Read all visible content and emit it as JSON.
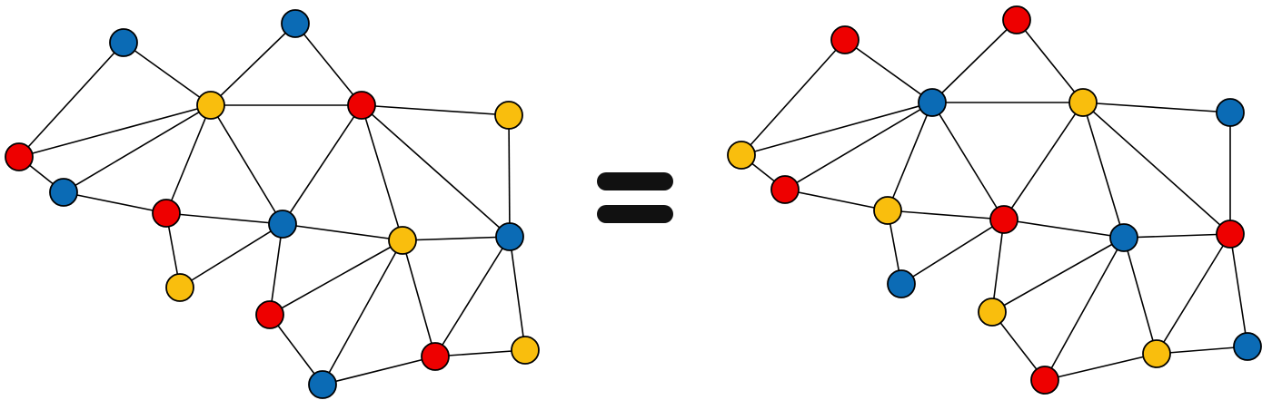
{
  "colors": {
    "red": "#EE0000",
    "yellow": "#F9BE0D",
    "blue": "#0B6BB5",
    "edge": "#000000",
    "equals": "#111111"
  },
  "equals_sign": {
    "symbol": "="
  },
  "graphs": [
    {
      "name": "left-graph",
      "nodes": [
        {
          "id": "A",
          "color": "blue"
        },
        {
          "id": "B",
          "color": "blue"
        },
        {
          "id": "C",
          "color": "yellow"
        },
        {
          "id": "D",
          "color": "red"
        },
        {
          "id": "E",
          "color": "yellow"
        },
        {
          "id": "F",
          "color": "red"
        },
        {
          "id": "G",
          "color": "blue"
        },
        {
          "id": "H",
          "color": "red"
        },
        {
          "id": "I",
          "color": "blue"
        },
        {
          "id": "J",
          "color": "yellow"
        },
        {
          "id": "K",
          "color": "blue"
        },
        {
          "id": "L",
          "color": "yellow"
        },
        {
          "id": "M",
          "color": "red"
        },
        {
          "id": "N",
          "color": "red"
        },
        {
          "id": "O",
          "color": "yellow"
        },
        {
          "id": "P",
          "color": "blue"
        }
      ],
      "edges": [
        [
          "A",
          "C"
        ],
        [
          "B",
          "C"
        ],
        [
          "B",
          "D"
        ],
        [
          "C",
          "D"
        ],
        [
          "A",
          "F"
        ],
        [
          "F",
          "C"
        ],
        [
          "C",
          "G"
        ],
        [
          "F",
          "G"
        ],
        [
          "G",
          "H"
        ],
        [
          "C",
          "H"
        ],
        [
          "C",
          "I"
        ],
        [
          "D",
          "I"
        ],
        [
          "D",
          "J"
        ],
        [
          "D",
          "K"
        ],
        [
          "D",
          "E"
        ],
        [
          "E",
          "K"
        ],
        [
          "H",
          "I"
        ],
        [
          "H",
          "L"
        ],
        [
          "L",
          "I"
        ],
        [
          "I",
          "J"
        ],
        [
          "J",
          "K"
        ],
        [
          "I",
          "M"
        ],
        [
          "J",
          "M"
        ],
        [
          "J",
          "P"
        ],
        [
          "J",
          "N"
        ],
        [
          "M",
          "P"
        ],
        [
          "P",
          "N"
        ],
        [
          "K",
          "N"
        ],
        [
          "K",
          "O"
        ],
        [
          "N",
          "O"
        ]
      ]
    },
    {
      "name": "right-graph",
      "nodes": [
        {
          "id": "A",
          "color": "red"
        },
        {
          "id": "B",
          "color": "red"
        },
        {
          "id": "C",
          "color": "blue"
        },
        {
          "id": "D",
          "color": "yellow"
        },
        {
          "id": "E",
          "color": "blue"
        },
        {
          "id": "F",
          "color": "yellow"
        },
        {
          "id": "G",
          "color": "red"
        },
        {
          "id": "H",
          "color": "yellow"
        },
        {
          "id": "I",
          "color": "red"
        },
        {
          "id": "J",
          "color": "blue"
        },
        {
          "id": "K",
          "color": "red"
        },
        {
          "id": "L",
          "color": "blue"
        },
        {
          "id": "M",
          "color": "yellow"
        },
        {
          "id": "N",
          "color": "yellow"
        },
        {
          "id": "O",
          "color": "blue"
        },
        {
          "id": "P",
          "color": "red"
        }
      ],
      "edges": [
        [
          "A",
          "C"
        ],
        [
          "B",
          "C"
        ],
        [
          "B",
          "D"
        ],
        [
          "C",
          "D"
        ],
        [
          "A",
          "F"
        ],
        [
          "F",
          "C"
        ],
        [
          "C",
          "G"
        ],
        [
          "F",
          "G"
        ],
        [
          "G",
          "H"
        ],
        [
          "C",
          "H"
        ],
        [
          "C",
          "I"
        ],
        [
          "D",
          "I"
        ],
        [
          "D",
          "J"
        ],
        [
          "D",
          "K"
        ],
        [
          "D",
          "E"
        ],
        [
          "E",
          "K"
        ],
        [
          "H",
          "I"
        ],
        [
          "H",
          "L"
        ],
        [
          "L",
          "I"
        ],
        [
          "I",
          "J"
        ],
        [
          "J",
          "K"
        ],
        [
          "I",
          "M"
        ],
        [
          "J",
          "M"
        ],
        [
          "J",
          "P"
        ],
        [
          "J",
          "N"
        ],
        [
          "M",
          "P"
        ],
        [
          "P",
          "N"
        ],
        [
          "K",
          "N"
        ],
        [
          "K",
          "O"
        ],
        [
          "N",
          "O"
        ]
      ]
    }
  ]
}
